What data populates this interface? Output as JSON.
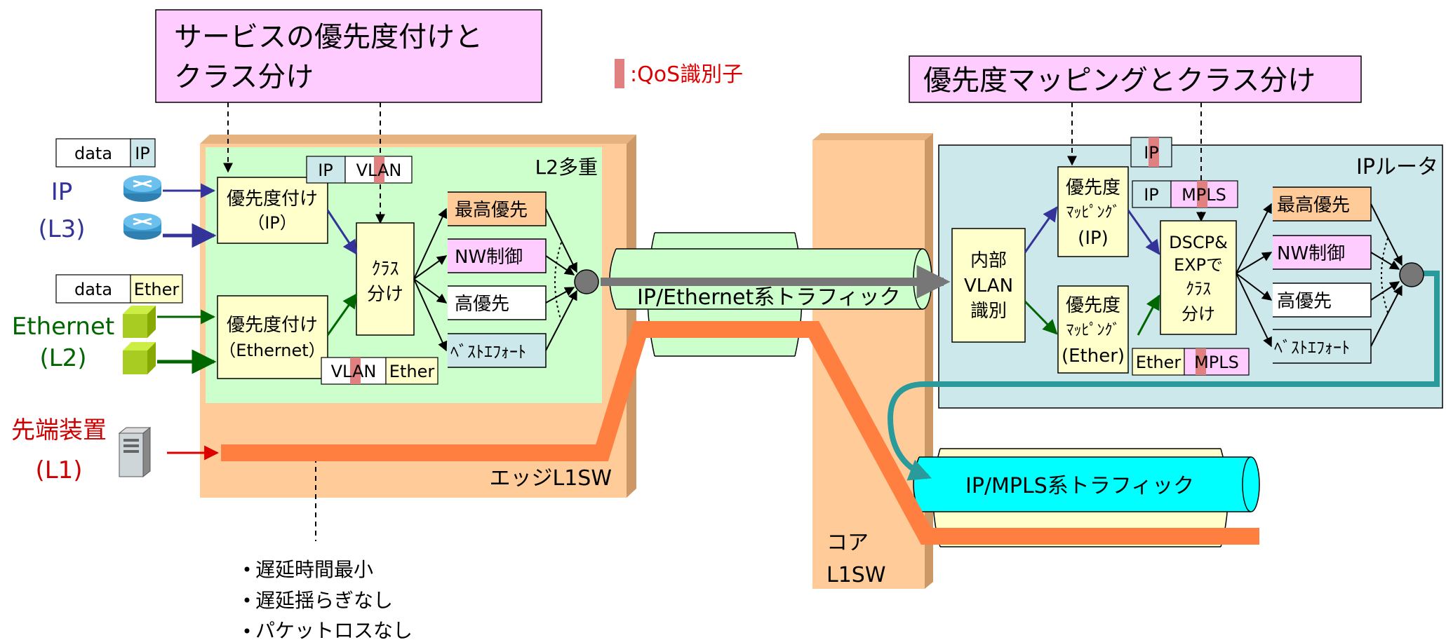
{
  "callouts": {
    "left_title_line1": "サービスの優先度付けと",
    "left_title_line2": "クラス分け",
    "right_title": "優先度マッピングとクラス分け",
    "legend_label": ":QoS識別子"
  },
  "inputs": {
    "ip_label": "IP",
    "ip_layer": "(L3)",
    "ether_label": "Ethernet",
    "ether_layer": "(L2)",
    "l1_label": "先端装置",
    "l1_layer": "(L1)",
    "pkt_ip_data": "data",
    "pkt_ip_hdr": "IP",
    "pkt_eth_data": "data",
    "pkt_eth_hdr": "Ether"
  },
  "edge": {
    "l2_label": "L2多重",
    "sw_label": "エッジL1SW",
    "prio_ip_line1": "優先度付け",
    "prio_ip_line2": "（IP）",
    "prio_eth_line1": "優先度付け",
    "prio_eth_line2": "（Ethernet）",
    "tag_ip": "IP",
    "tag_vlan": "VLAN",
    "tag_vlan2": "VLAN",
    "tag_ether": "Ether",
    "class_line1": "ｸﾗｽ",
    "class_line2": "分け",
    "q1": "最高優先",
    "q2": "NW制御",
    "q3": "高優先",
    "q4": "ﾍﾞｽﾄｴﾌｫｰﾄ"
  },
  "core": {
    "line1": "コア",
    "line2": "L1SW",
    "pipe_ether": "IP/Ethernet系トラフィック",
    "pipe_mpls": "IP/MPLS系トラフィック"
  },
  "router": {
    "label": "IPルータ",
    "vlan_line1": "内部",
    "vlan_line2": "VLAN",
    "vlan_line3": "識別",
    "map_ip_line1": "優先度",
    "map_ip_line2": "ﾏｯﾋﾟﾝｸﾞ",
    "map_ip_line3": "(IP)",
    "map_eth_line1": "優先度",
    "map_eth_line2": "ﾏｯﾋﾟﾝｸﾞ",
    "map_eth_line3": "(Ether)",
    "tag_ip_top": "IP",
    "tag_ip": "IP",
    "tag_mpls": "MPLS",
    "tag_ether": "Ether",
    "tag_mpls2": "MPLS",
    "dscp_line1": "DSCP&",
    "dscp_line2": "EXPで",
    "dscp_line3": "ｸﾗｽ",
    "dscp_line4": "分け",
    "q1": "最高優先",
    "q2": "NW制御",
    "q3": "高優先",
    "q4": "ﾍﾞｽﾄｴﾌｫｰﾄ"
  },
  "bullets": [
    "遅延時間最小",
    "遅延揺らぎなし",
    "パケットロスなし"
  ],
  "colors": {
    "callout_bg": "#ffccff",
    "edge_box": "#ffcc99",
    "l2_area": "#ccffcc",
    "router_area": "#cce8ea",
    "func_box": "#ffffcc",
    "pipe_green": "#ccffcc",
    "pipe_cyan": "#00ffff",
    "orange_path": "#ff7f40",
    "qos_mark": "#e08080",
    "ip_color": "#333399",
    "ether_color": "#006600",
    "l1_color": "#cc0000"
  }
}
